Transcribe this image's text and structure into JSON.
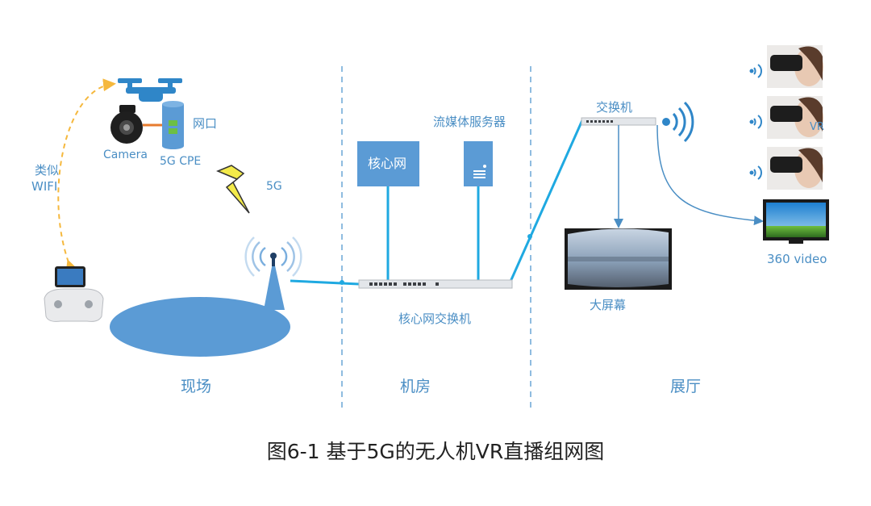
{
  "zones": {
    "field": "现场",
    "machine_room": "机房",
    "exhibition": "展厅"
  },
  "labels": {
    "camera": "Camera",
    "port": "网口",
    "cpe": "5G CPE",
    "wifi_line1": "类似",
    "wifi_line2": "WIFI",
    "fiveg": "5G",
    "core_network": "核心网",
    "media_server": "流媒体服务器",
    "core_switch": "核心网交换机",
    "switch": "交换机",
    "big_screen": "大屏幕",
    "vr": "VR",
    "video360": "360 video"
  },
  "caption": "图6-1 基于5G的无人机VR直播组网图",
  "colors": {
    "accent": "#4a8ec4",
    "line": "#1fa9e1",
    "box": "#5b9bd5",
    "ellipse": "#5b9bd5",
    "wifi_arrow": "#f5b83d",
    "lightning": "#f3ea4a"
  }
}
